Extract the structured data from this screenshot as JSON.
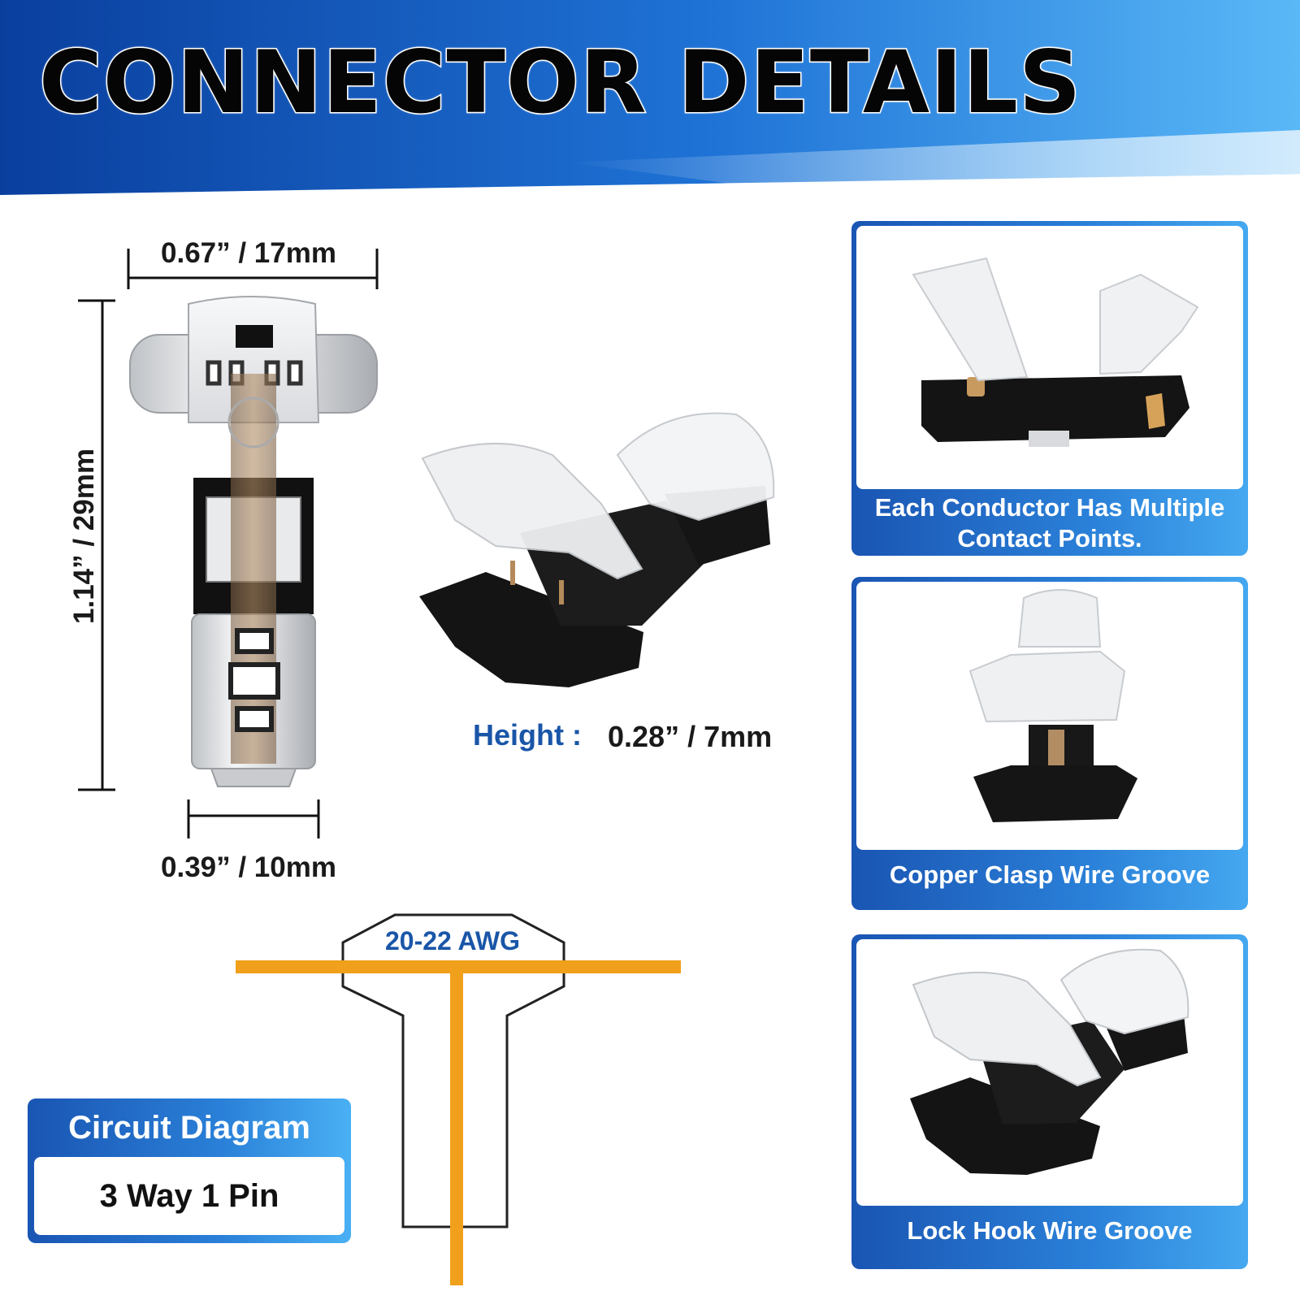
{
  "header": {
    "title": "CONNECTOR DETAILS"
  },
  "dimensions": {
    "width_top": "0.67” / 17mm",
    "length": "1.14” / 29mm",
    "width_bottom": "0.39” / 10mm",
    "height_key": "Height :",
    "height_value": "0.28” / 7mm"
  },
  "features": [
    {
      "caption_line1": "Each Conductor Has Multiple",
      "caption_line2": "Contact Points."
    },
    {
      "caption": "Copper Clasp Wire Groove"
    },
    {
      "caption": "Lock  Hook  Wire Groove"
    }
  ],
  "circuit": {
    "title": "Circuit Diagram",
    "config": "3 Way 1 Pin",
    "gauge": "20-22 AWG"
  },
  "colors": {
    "brand_blue": "#1a55b3",
    "light_blue": "#45a8f0",
    "wire_orange": "#f0a01a",
    "label_blue": "#1a56a8"
  }
}
